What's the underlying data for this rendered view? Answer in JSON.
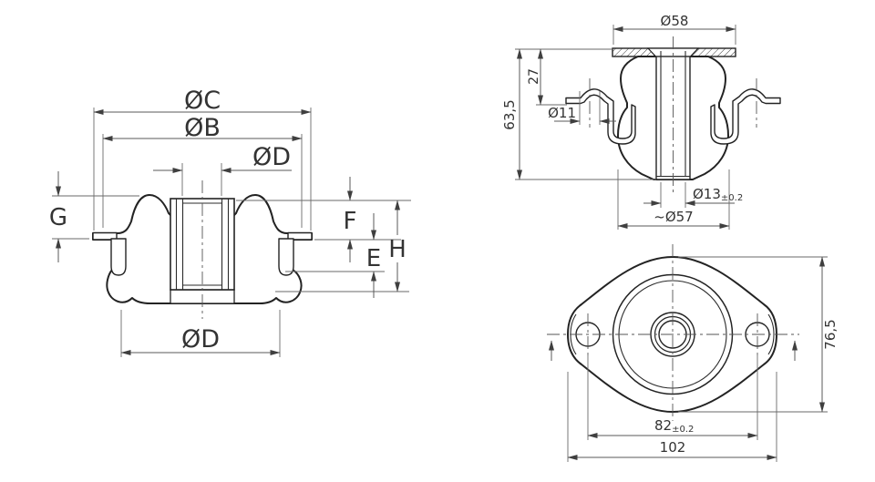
{
  "drawing": {
    "colors": {
      "background": "#ffffff",
      "outline": "#232323",
      "dimension_line": "#5a5a5a",
      "text": "#333333"
    },
    "views": {
      "section": {
        "labels": {
          "dia_c": "ØC",
          "dia_b": "ØB",
          "dia_d_top": "ØD",
          "dim_g": "G",
          "dim_f": "F",
          "dim_e": "E",
          "dim_h": "H",
          "dia_d_bottom": "ØD"
        }
      },
      "side": {
        "labels": {
          "dia_58": "Ø58",
          "h_63_5": "63,5",
          "h_27": "27",
          "dia_11": "Ø11",
          "dia_13": "Ø13",
          "dia_13_tol": "±0.2",
          "dia_57": "~Ø57"
        }
      },
      "plan": {
        "labels": {
          "h_76_5": "76,5",
          "w_82": "82",
          "w_82_tol": "±0.2",
          "w_102": "102"
        }
      }
    }
  }
}
